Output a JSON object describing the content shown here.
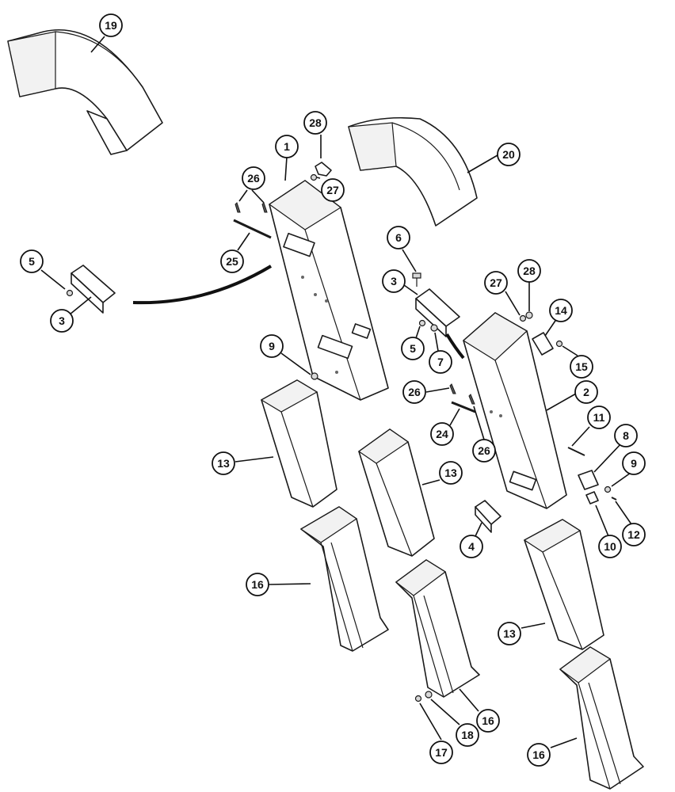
{
  "diagram": {
    "callouts": [
      {
        "label": "19",
        "part": "elbow-upper-left"
      },
      {
        "label": "1",
        "part": "chute-upper-left"
      },
      {
        "label": "28",
        "part": "clip-top-left"
      },
      {
        "label": "27",
        "part": "nut-top-left"
      },
      {
        "label": "20",
        "part": "elbow-upper-right"
      },
      {
        "label": "26",
        "part": "pin-clip-upper"
      },
      {
        "label": "25",
        "part": "rod-upper"
      },
      {
        "label": "5",
        "part": "nut-left"
      },
      {
        "label": "3",
        "part": "bracket-left"
      },
      {
        "label": "6",
        "part": "bolt-center"
      },
      {
        "label": "3",
        "part": "bracket-center"
      },
      {
        "label": "27",
        "part": "nut-right"
      },
      {
        "label": "28",
        "part": "clip-right"
      },
      {
        "label": "14",
        "part": "plate-right"
      },
      {
        "label": "15",
        "part": "screw-right"
      },
      {
        "label": "5",
        "part": "nut-center"
      },
      {
        "label": "7",
        "part": "washer-center"
      },
      {
        "label": "9",
        "part": "nut-upper-left"
      },
      {
        "label": "26",
        "part": "pin-clip-center"
      },
      {
        "label": "2",
        "part": "chute-right"
      },
      {
        "label": "24",
        "part": "rod-center"
      },
      {
        "label": "26",
        "part": "pin-clip-lower"
      },
      {
        "label": "11",
        "part": "pin-right"
      },
      {
        "label": "8",
        "part": "plate-lower-right"
      },
      {
        "label": "9",
        "part": "nut-lower-right"
      },
      {
        "label": "13",
        "part": "tube-left"
      },
      {
        "label": "13",
        "part": "tube-center"
      },
      {
        "label": "4",
        "part": "bracket-small"
      },
      {
        "label": "10",
        "part": "plate-small"
      },
      {
        "label": "12",
        "part": "pin-small"
      },
      {
        "label": "16",
        "part": "spout-left"
      },
      {
        "label": "13",
        "part": "tube-right"
      },
      {
        "label": "16",
        "part": "spout-center"
      },
      {
        "label": "17",
        "part": "nut-bottom"
      },
      {
        "label": "18",
        "part": "washer-bottom"
      },
      {
        "label": "16",
        "part": "spout-right"
      }
    ]
  }
}
